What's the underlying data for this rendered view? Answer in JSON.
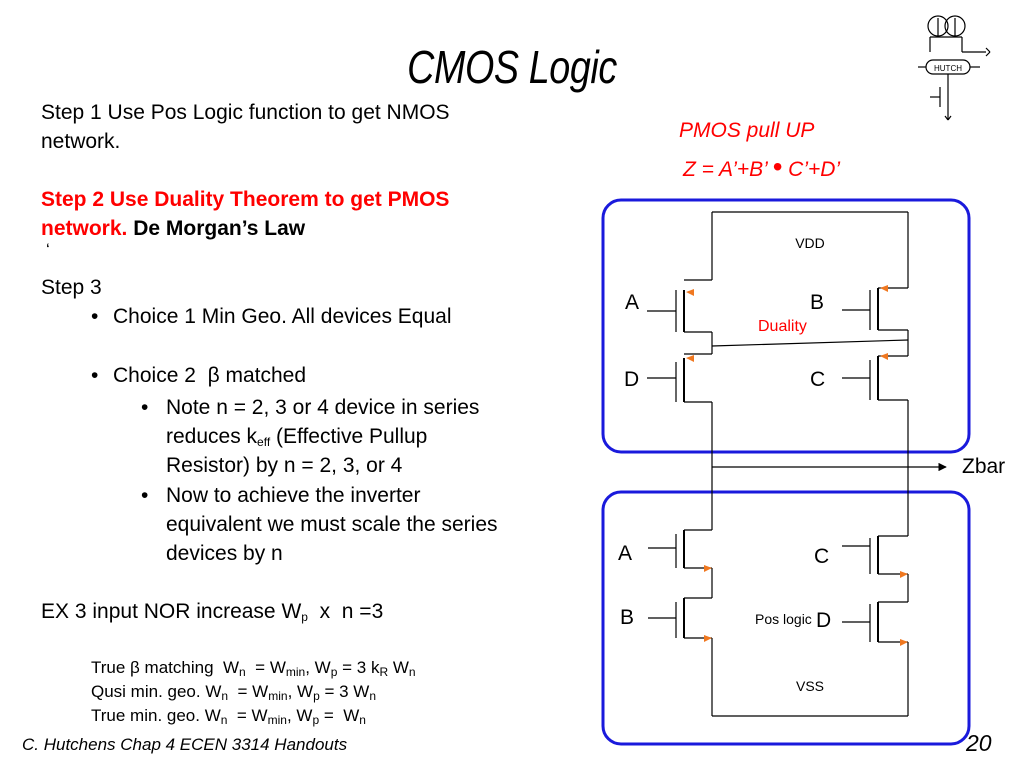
{
  "slide": {
    "title": "CMOS Logic",
    "footer_left": "C. Hutchens Chap 4 ECEN 3314 Handouts",
    "page_number": "20",
    "logo_text": "HUTCH"
  },
  "left": {
    "step1_line1": "Step 1 Use Pos Logic function to get NMOS",
    "step1_line2": "network.",
    "step2_line1": "Step 2 Use Duality Theorem to get PMOS",
    "step2_line2_red": "network.",
    "step2_line2_black": "De Morgan’s Law",
    "stray_mark": "‘",
    "step3": "Step 3",
    "choice1": "Choice 1 Min Geo. All devices Equal",
    "choice2_prefix": "Choice 2",
    "beta": "β",
    "choice2_suffix": "matched",
    "note_line1": "Note n = 2, 3 or 4 device in series",
    "note_line2_a": "reduces k",
    "note_line2_sub": "eff",
    "note_line2_b": " (Effective Pullup",
    "note_line3": "Resistor) by n = 2, 3, or 4",
    "now_line1": "Now to achieve the inverter",
    "now_line2": "equivalent we must scale the series",
    "now_line3": "devices by n",
    "ex_a": "EX 3 input NOR increase W",
    "ex_sub": "p",
    "ex_b": "  x  n =3",
    "true_beta": {
      "a": "True ",
      "beta": "β",
      "b": " matching  W",
      "s1": "n",
      "c": "  = W",
      "s2": "min",
      "d": ", W",
      "s3": "p",
      "e": " = 3 k",
      "s4": "R",
      "f": " W",
      "s5": "n"
    },
    "qusi": {
      "a": "Qusi min. geo. W",
      "s1": "n",
      "b": "  = W",
      "s2": "min",
      "c": ", W",
      "s3": "p",
      "d": " = 3 W",
      "s4": "n"
    },
    "truemin": {
      "a": "True min. geo. W",
      "s1": "n",
      "b": "  = W",
      "s2": "min",
      "c": ", W",
      "s3": "p",
      "d": " =  W",
      "s4": "n"
    }
  },
  "diagram": {
    "pmos_title": "PMOS pull UP",
    "eq_left": "Z = A’+B’",
    "eq_dot": "•",
    "eq_right": "C’+D’",
    "vdd": "VDD",
    "vss": "VSS",
    "duality": "Duality",
    "pos_logic": "Pos logic",
    "zbar": "Zbar",
    "p_labels": [
      "A",
      "B",
      "D",
      "C"
    ],
    "n_labels": [
      "A",
      "C",
      "B",
      "D"
    ]
  },
  "colors": {
    "red": "#ff0000",
    "box_blue": "#1a1adc",
    "arrow_orange": "#f07820"
  }
}
